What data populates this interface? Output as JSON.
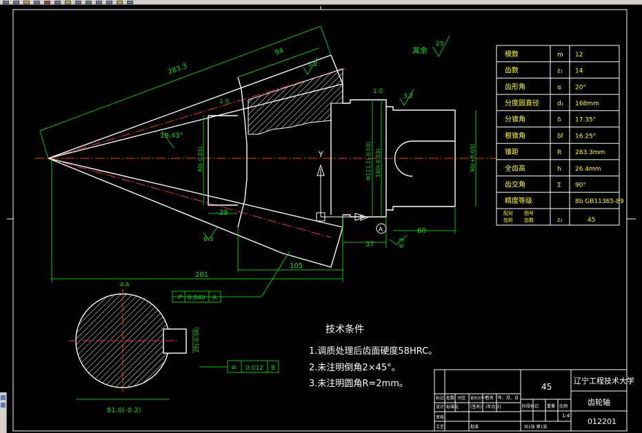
{
  "app": {
    "name": "CAD drawing viewer"
  },
  "drawing": {
    "dims": {
      "d_283": "283.3",
      "d_94": "94",
      "d_19": "19.43°",
      "d_28": "28",
      "d_281": "281",
      "d_105": "105",
      "d_37": "37",
      "d_60": "60",
      "d_80": "80(-0.03)",
      "d_111": "Φ111.1(-0.03)",
      "d_190": "190(-0.03)",
      "d_90": "90(+0.05)"
    },
    "roughness": {
      "r_32a": "3.2",
      "r_32b": "3.2",
      "r_63a": "6.3",
      "r_63b": "6.3",
      "r_10a": "1.0",
      "r_10b": "1.0",
      "r_25": "25",
      "rest": "其余"
    },
    "datum": "A",
    "frame_a": {
      "value": "0.040",
      "ref": "A"
    },
    "frame_b": {
      "value": "0.012",
      "ref": "B"
    },
    "section": {
      "label": "A-A",
      "dim_width": "25(-0.08)",
      "dim_dia": "81.0(-0.2)"
    }
  },
  "param_table": [
    {
      "name": "模数",
      "sym": "m",
      "val": "12"
    },
    {
      "name": "齿数",
      "sym": "z₁",
      "val": "14"
    },
    {
      "name": "齿形角",
      "sym": "α",
      "val": "20°"
    },
    {
      "name": "分度圆直径",
      "sym": "d₁",
      "val": "168mm"
    },
    {
      "name": "分锥角",
      "sym": "δ",
      "val": "17.35°"
    },
    {
      "name": "根锥角",
      "sym": "δf",
      "val": "16.25°"
    },
    {
      "name": "锥距",
      "sym": "R",
      "val": "283.3mm"
    },
    {
      "name": "全齿高",
      "sym": "h",
      "val": "26.4mm"
    },
    {
      "name": "齿交角",
      "sym": "Σ",
      "val": "90°"
    },
    {
      "name": "精度等级",
      "sym": "",
      "val": "8b GB11365-89"
    }
  ],
  "param_last": {
    "c1": "配对",
    "c2": "图号",
    "c3": "齿轮",
    "c4": "齿数",
    "sym": "z₂",
    "val": "45"
  },
  "tech": {
    "title": "技术条件",
    "items": [
      "1.调质处理后齿面硬度58HRC。",
      "2.未注明倒角2×45°。",
      "3.未注明圆角R=2mm。"
    ]
  },
  "title_block": {
    "material": "45",
    "school": "辽宁工程技术大学",
    "part_name": "齿轮轴",
    "drawing_no": "012201",
    "scale": "1:4",
    "headers": [
      "标记",
      "处数",
      "分区",
      "更改文件号",
      "签名",
      "年、月、日"
    ],
    "headers2": [
      "设计",
      "标准化",
      "(签名)",
      "(年月日)"
    ],
    "stage": "阶段标记",
    "weight": "重量",
    "scale_label": "比例",
    "review": "审核",
    "process": "工艺",
    "approve": "批准",
    "sheets": "共1张 第1张"
  }
}
